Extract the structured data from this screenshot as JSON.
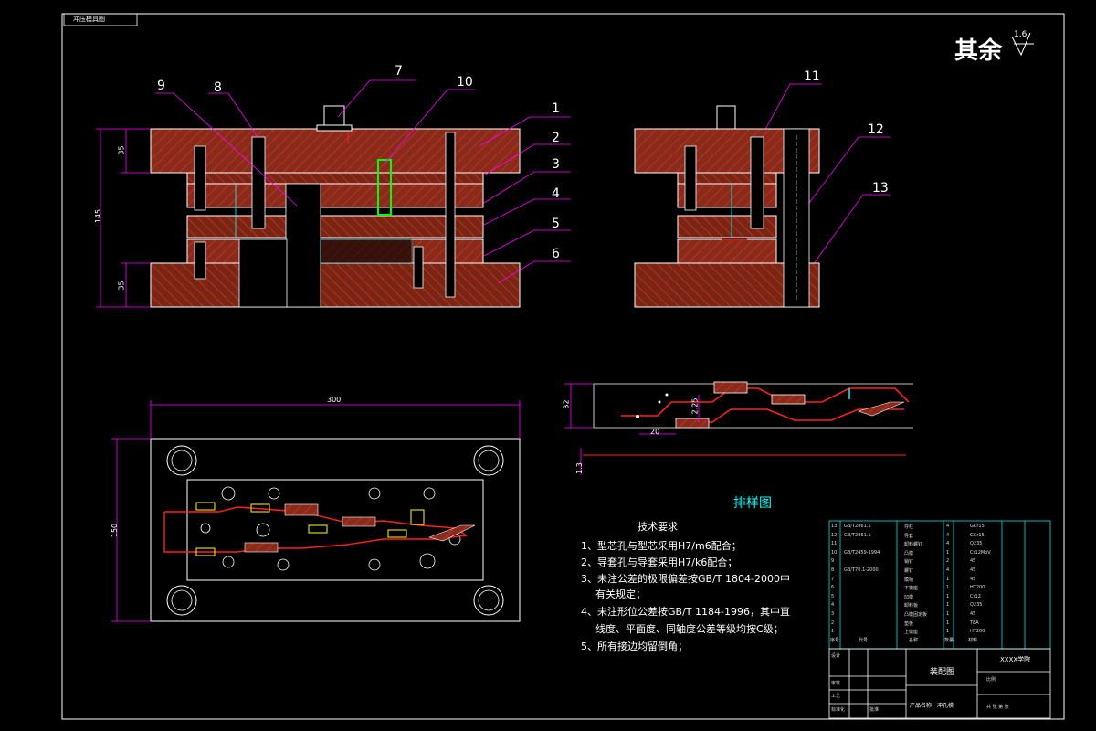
{
  "stamp": "冲压模具图",
  "surface_roughness": {
    "label": "其余",
    "value": "1.6"
  },
  "part_numbers": [
    "1",
    "2",
    "3",
    "4",
    "5",
    "6",
    "7",
    "8",
    "9",
    "10",
    "11",
    "12",
    "13"
  ],
  "dimensions": {
    "front_total_height": "145",
    "front_top_thickness": "35",
    "front_bottom_thickness": "35",
    "plan_width": "300",
    "plan_height": "150",
    "strip_width": "32",
    "pitch": "20",
    "feed_gap": "2.25",
    "bottom_gap": "1.3"
  },
  "layout_title": "排样图",
  "technical_requirements": {
    "title": "技术要求",
    "items": [
      "1、型芯孔与型芯采用H7/m6配合；",
      "2、导套孔与导套采用H7/k6配合；",
      "3、未注公差的极限偏差按GB/T 1804-2000中",
      "有关规定；",
      "4、未注形位公差按GB/T 1184-1996，其中直",
      "线度、平面度、同轴度公差等级均按C级；",
      "5、所有接边均留倒角；"
    ]
  },
  "title_block": {
    "drawing_name": "装配图",
    "company": "XXXX学院",
    "product": "产品名称：冲孔模",
    "rows": [
      {
        "no": "13",
        "code": "GB/T2861.1",
        "name": "导柱",
        "qty": "4",
        "mat": "GCr15"
      },
      {
        "no": "12",
        "code": "GB/T2861.1",
        "name": "导套",
        "qty": "4",
        "mat": "GCr15"
      },
      {
        "no": "11",
        "code": "",
        "name": "卸料螺钉",
        "qty": "4",
        "mat": "Q235"
      },
      {
        "no": "10",
        "code": "GB/T2459-1994",
        "name": "凸模",
        "qty": "1",
        "mat": "Cr12MoV"
      },
      {
        "no": "9",
        "code": "",
        "name": "销钉",
        "qty": "2",
        "mat": "45"
      },
      {
        "no": "8",
        "code": "GB/T70.1-2000",
        "name": "螺钉",
        "qty": "4",
        "mat": "45"
      },
      {
        "no": "7",
        "code": "",
        "name": "模柄",
        "qty": "1",
        "mat": "45"
      },
      {
        "no": "6",
        "code": "",
        "name": "下模座",
        "qty": "1",
        "mat": "HT200"
      },
      {
        "no": "5",
        "code": "",
        "name": "凹模",
        "qty": "1",
        "mat": "Cr12"
      },
      {
        "no": "4",
        "code": "",
        "name": "卸料板",
        "qty": "1",
        "mat": "Q235"
      },
      {
        "no": "3",
        "code": "",
        "name": "凸模固定板",
        "qty": "1",
        "mat": "45"
      },
      {
        "no": "2",
        "code": "",
        "name": "垫板",
        "qty": "1",
        "mat": "T8A"
      },
      {
        "no": "1",
        "code": "",
        "name": "上模座",
        "qty": "1",
        "mat": "HT200"
      }
    ],
    "header": {
      "no": "序号",
      "code": "代号",
      "name": "名称",
      "qty": "数量",
      "mat": "材料"
    },
    "sign_labels": [
      "设计",
      "审核",
      "工艺",
      "标准化",
      "批准"
    ],
    "scale_label": "比例",
    "sheet_label": "共 张 第 张"
  },
  "colors": {
    "frame": "#ffffff",
    "section": "#c0392b",
    "dimension": "#ff00ff",
    "leader": "#ff00ff",
    "cyan": "#00ffff",
    "yellow": "#ffff00",
    "green": "#00ff00",
    "red": "#ff2020"
  }
}
